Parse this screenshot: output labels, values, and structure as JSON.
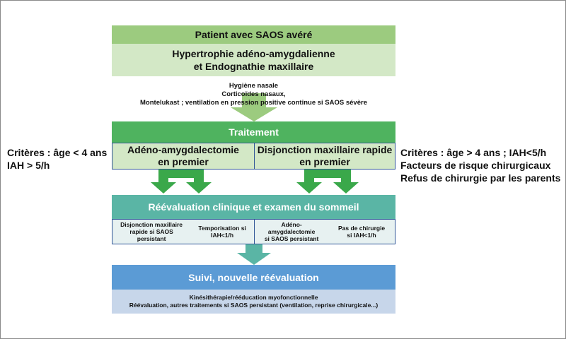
{
  "header": {
    "title": "Patient avec SAOS avéré",
    "diagnosis_line1": "Hypertrophie adéno-amygdalienne",
    "diagnosis_line2": "et Endognathie maxillaire"
  },
  "medical_note": {
    "line1": "Hygiène nasale",
    "line2": "Corticoïdes nasaux,",
    "line3": "Montelukast ; ventilation en pression positive continue si SAOS sévère"
  },
  "treatment": {
    "title": "Traitement",
    "option_left_line1": "Adéno-amygdalectomie",
    "option_left_line2": "en premier",
    "option_right_line1": "Disjonction maxillaire rapide",
    "option_right_line2": "en premier"
  },
  "criteria_left": {
    "line1": "Critères : âge < 4 ans",
    "line2": "IAH > 5/h"
  },
  "criteria_right": {
    "line1": "Critères : âge > 4 ans ; IAH<5/h",
    "line2": "Facteurs de risque chirurgicaux",
    "line3": "Refus de chirurgie par les parents"
  },
  "reevaluation": {
    "title": "Réévaluation clinique et examen du sommeil",
    "left_a": [
      "Disjonction maxillaire",
      "rapide si SAOS",
      "persistant"
    ],
    "left_b": [
      "Temporisation si",
      "IAH<1/h"
    ],
    "right_a": [
      "Adéno-",
      "amygdalectomie",
      "si SAOS persistant"
    ],
    "right_b": [
      "Pas de chirurgie",
      "si IAH<1/h"
    ]
  },
  "followup": {
    "title": "Suivi, nouvelle réévaluation",
    "line1": "Kinésithérapie/rééducation myofonctionnelle",
    "line2": "Réévaluation, autres traitements si SAOS persistant (ventilation, reprise chirurgicale...)"
  },
  "colors": {
    "light_green": "#9ccb7f",
    "pale_green": "#d3e8c6",
    "green": "#4fb35f",
    "teal": "#5ab5a5",
    "blue": "#5b9bd5",
    "pale_blue": "#c7d6ea"
  }
}
